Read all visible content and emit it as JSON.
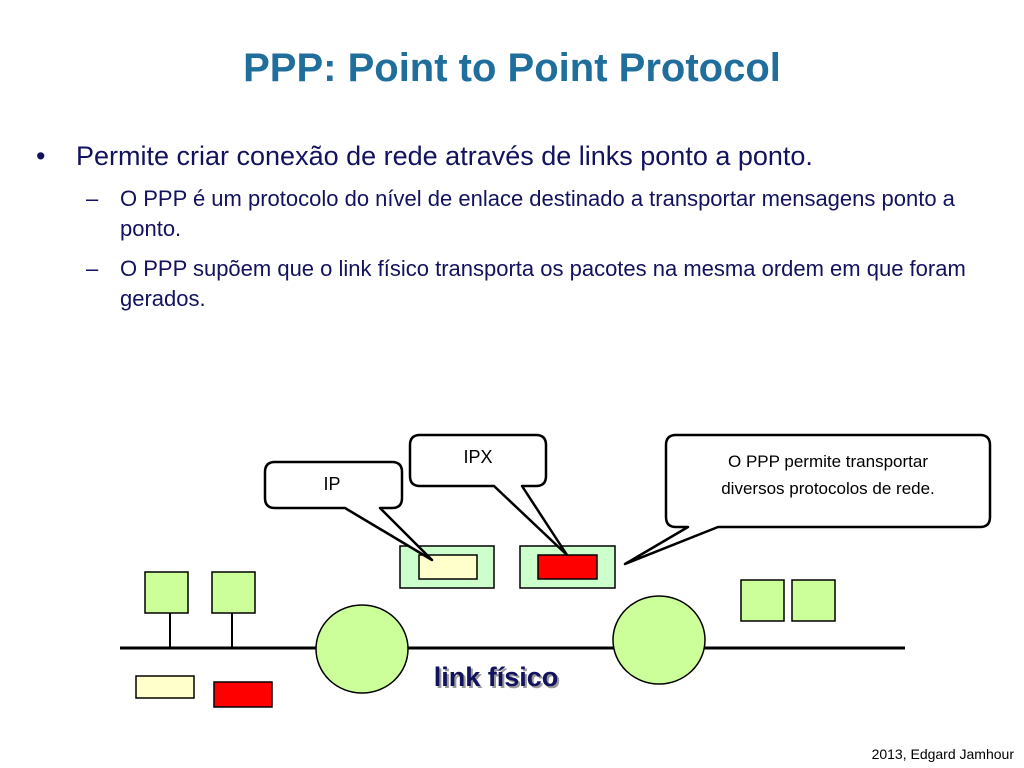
{
  "slide": {
    "title": "PPP: Point to Point Protocol",
    "bullets": [
      {
        "marker": "•",
        "text": "Permite criar conexão de rede através de links ponto a ponto.",
        "sub": [
          {
            "marker": "–",
            "text": "O PPP é um protocolo do nível de enlace destinado a transportar mensagens ponto a ponto."
          },
          {
            "marker": "–",
            "text": "O PPP supõem que o link físico transporta os pacotes na mesma ordem em que foram gerados."
          }
        ]
      }
    ],
    "footer": "2013, Edgard Jamhour"
  },
  "diagram": {
    "callout_ip": "IP",
    "callout_ipx": "IPX",
    "callout_note_line1": "O PPP permite transportar",
    "callout_note_line2": "diversos protocolos de rede.",
    "link_label": "link físico"
  },
  "colors": {
    "title": "#1f6e9c",
    "text": "#12125e",
    "node_fill": "#ccff99",
    "frame_fill": "#ccffcc",
    "ip_packet": "#ffffcc",
    "ipx_packet": "#ff0000"
  }
}
